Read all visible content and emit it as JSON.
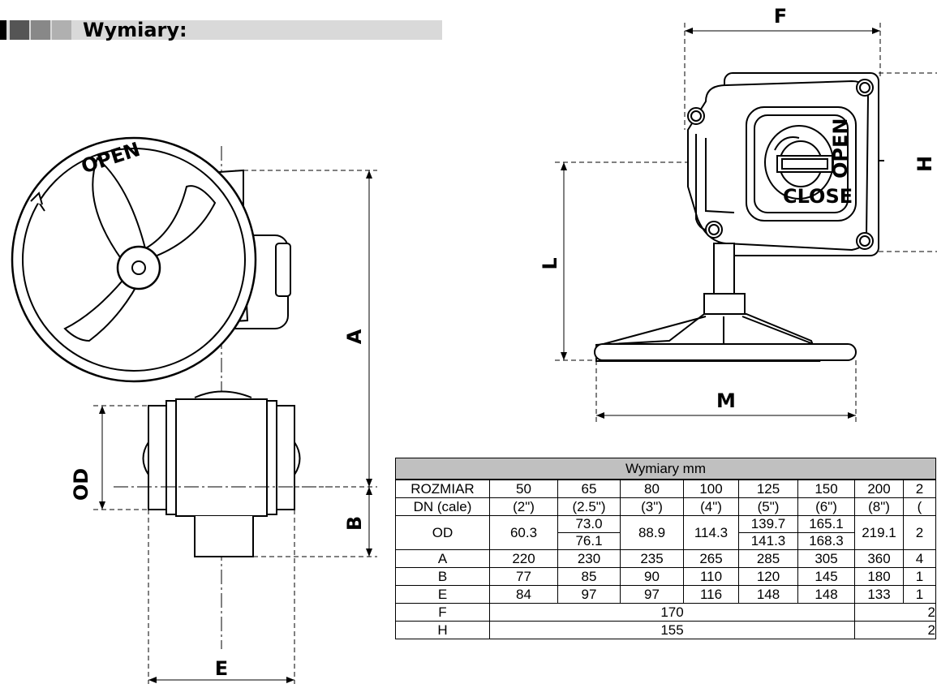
{
  "header": {
    "title": "Wymiary:"
  },
  "left_drawing": {
    "handwheel_text": "OPEN",
    "dims": {
      "A": "A",
      "B": "B",
      "OD": "OD",
      "E": "E"
    }
  },
  "right_drawing": {
    "dial_open": "OPEN",
    "dial_close": "CLOSE",
    "dims": {
      "F": "F",
      "H": "H",
      "L": "L",
      "M": "M"
    }
  },
  "table": {
    "title": "Wymiary mm",
    "size_label_1": "ROZMIAR",
    "size_label_2": "DN (cale)",
    "sizes": [
      {
        "dn": "50",
        "inch": "(2\")"
      },
      {
        "dn": "65",
        "inch": "(2.5\")"
      },
      {
        "dn": "80",
        "inch": "(3\")"
      },
      {
        "dn": "100",
        "inch": "(4\")"
      },
      {
        "dn": "125",
        "inch": "(5\")"
      },
      {
        "dn": "150",
        "inch": "(6\")"
      },
      {
        "dn": "200",
        "inch": "(8\")"
      },
      {
        "dn": "2",
        "inch": "("
      }
    ],
    "od": {
      "label": "OD",
      "v50": "60.3",
      "v65a": "73.0",
      "v65b": "76.1",
      "v80": "88.9",
      "v100": "114.3",
      "v125a": "139.7",
      "v125b": "141.3",
      "v150a": "165.1",
      "v150b": "168.3",
      "v200": "219.1",
      "v250": "2"
    },
    "rows": [
      {
        "label": "A",
        "values": [
          "220",
          "230",
          "235",
          "265",
          "285",
          "305",
          "360",
          "4"
        ]
      },
      {
        "label": "B",
        "values": [
          "77",
          "85",
          "90",
          "110",
          "120",
          "145",
          "180",
          "1"
        ]
      },
      {
        "label": "E",
        "values": [
          "84",
          "97",
          "97",
          "116",
          "148",
          "148",
          "133",
          "1"
        ]
      }
    ],
    "f_row": {
      "label": "F",
      "main": "170",
      "last": "2"
    },
    "h_row": {
      "label": "H",
      "main": "155",
      "last": "2"
    }
  }
}
